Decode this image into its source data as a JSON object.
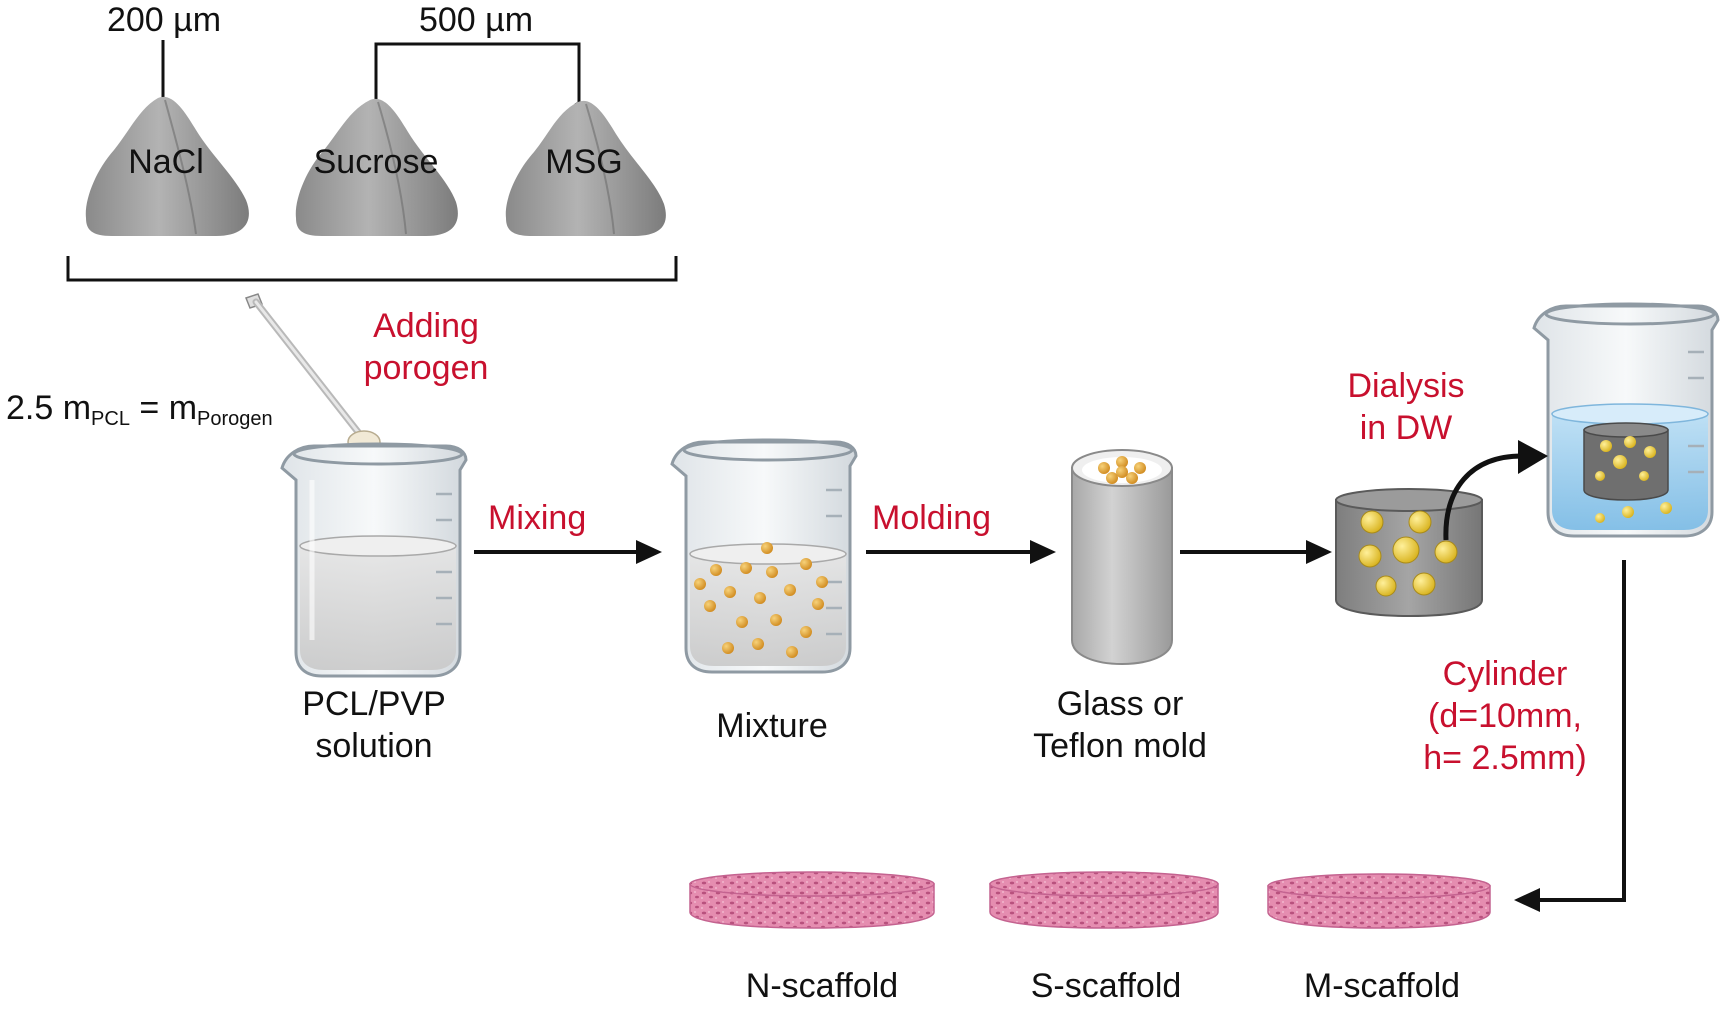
{
  "sizes": {
    "size_small": "200 µm",
    "size_large": "500 µm"
  },
  "porogens": [
    {
      "name": "NaCl"
    },
    {
      "name": "Sucrose"
    },
    {
      "name": "MSG"
    }
  ],
  "steps": {
    "adding_porogen_line1": "Adding",
    "adding_porogen_line2": "porogen",
    "mixing": "Mixing",
    "molding": "Molding",
    "dialysis_line1": "Dialysis",
    "dialysis_line2": "in DW",
    "cylinder_line1": "Cylinder",
    "cylinder_line2": "(d=10mm,",
    "cylinder_line3": "h= 2.5mm)"
  },
  "formula": {
    "prefix": "2.5 m",
    "sub1": "PCL",
    "equals": " = m",
    "sub2": "Porogen"
  },
  "labels": {
    "solution_line1": "PCL/PVP",
    "solution_line2": "solution",
    "mixture": "Mixture",
    "mold_line1": "Glass or",
    "mold_line2": "Teflon mold"
  },
  "scaffolds": [
    {
      "name": "N-scaffold"
    },
    {
      "name": "S-scaffold"
    },
    {
      "name": "M-scaffold"
    }
  ],
  "colors": {
    "step_text": "#c8102e",
    "pile": "#9e9e9e",
    "scaffold": "#d97fa0",
    "bead": "#e0a23a",
    "water": "#8fc8ec"
  }
}
